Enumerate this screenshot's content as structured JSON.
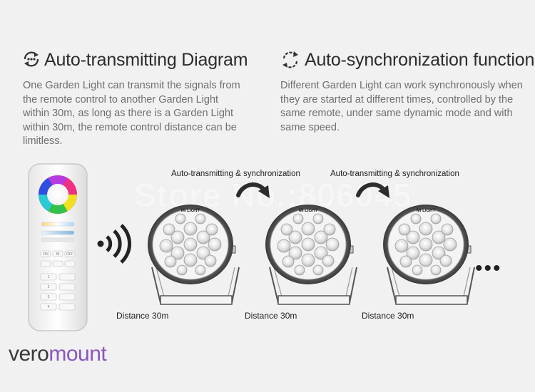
{
  "left": {
    "title": "Auto-transmitting Diagram",
    "icon": "auto-transmit-icon",
    "body": "One Garden Light can transmit the signals from the remote control to another Garden Light within 30m, as long as there is a Garden Light within 30m, the remote control distance can be limitless."
  },
  "right": {
    "title": "Auto-synchronization function",
    "icon": "sync-icon",
    "body": "Different Garden Light can work synchronously when they are started at different times, controlled by the same remote, under same dynamic mode and with same speed."
  },
  "diagram": {
    "labels": [
      "Auto-transmitting & synchronization",
      "Auto-transmitting & synchronization"
    ],
    "distances": [
      "Distance 30m",
      "Distance 30m",
      "Distance 30m"
    ],
    "ellipsis": "•••",
    "lamp_brand": "MI LIGHT"
  },
  "remote": {
    "buttons": [
      "ON",
      "M",
      "OFF"
    ],
    "zones": [
      "1",
      "2",
      "3",
      "4"
    ]
  },
  "watermark": "Store No.:806045",
  "brand": {
    "part1": "vero",
    "part2": "mount"
  },
  "colors": {
    "title": "#2c2c2c",
    "body": "#6f6f6f",
    "brand_accent": "#8a56c2",
    "background": "#f1f1f1"
  }
}
